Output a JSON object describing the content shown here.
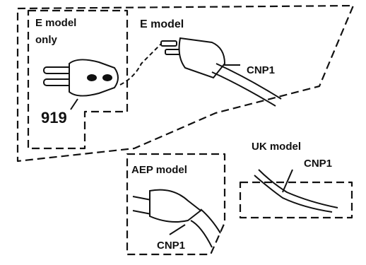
{
  "diagram": {
    "e_only_box": {
      "title_line1": "E model",
      "title_line2": "only",
      "part_number": "919"
    },
    "e_model": {
      "title": "E model",
      "connector": "CNP1"
    },
    "uk_model": {
      "title": "UK model",
      "connector": "CNP1"
    },
    "aep_model": {
      "title": "AEP model",
      "connector": "CNP1"
    }
  }
}
